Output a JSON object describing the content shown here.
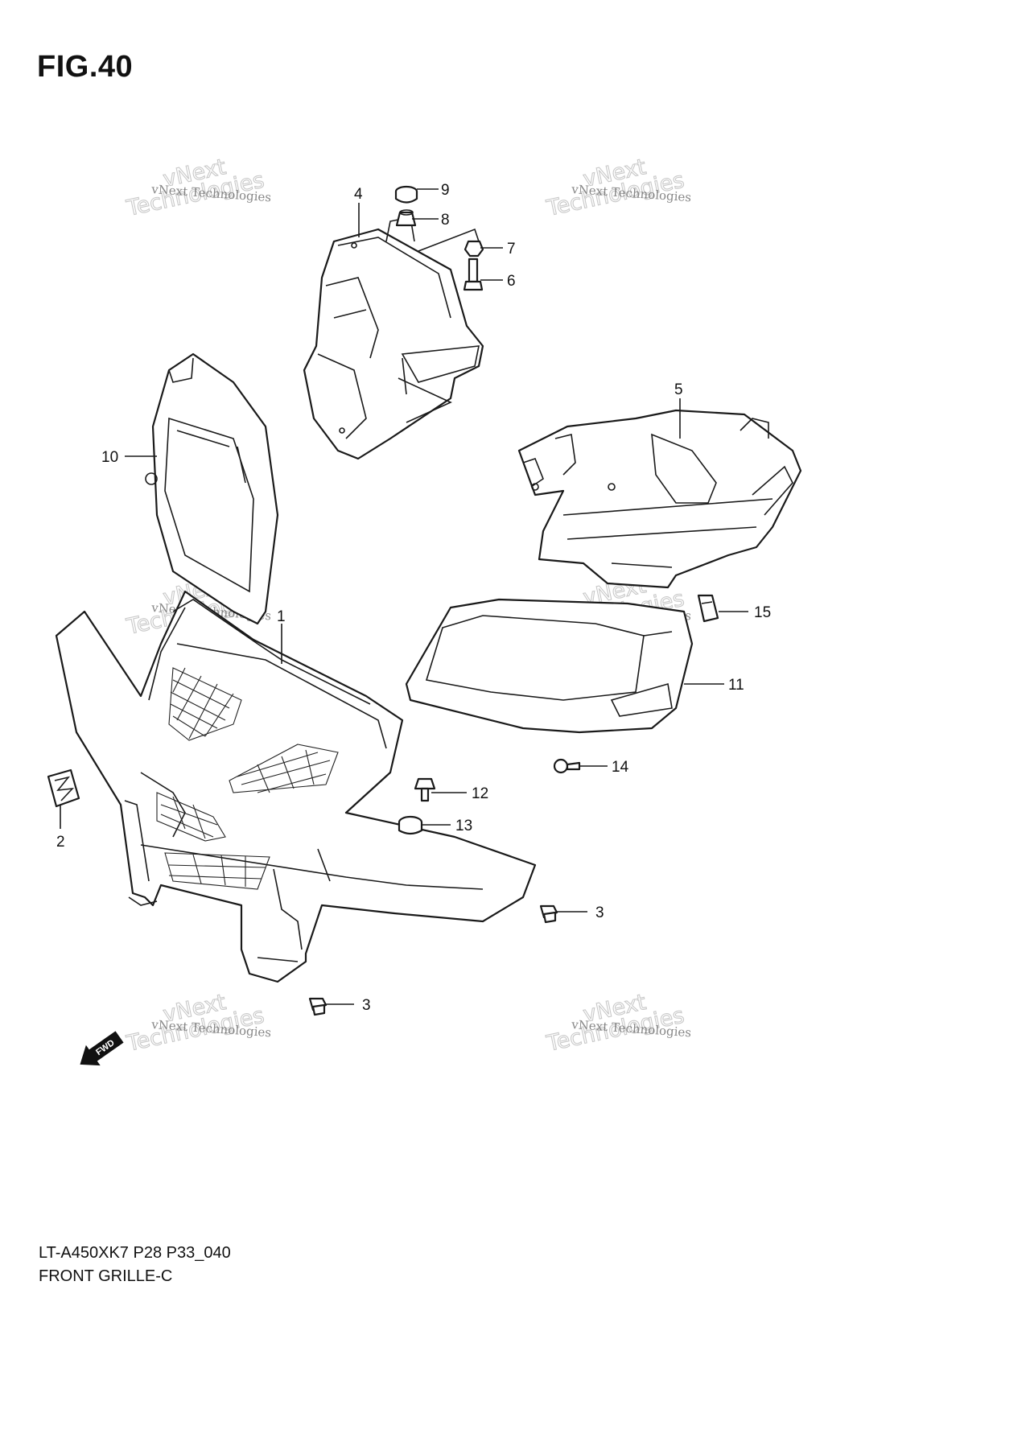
{
  "figure": {
    "title": "FIG.40",
    "model_code": "LT-A450XK7 P28 P33_040",
    "section_name": "FRONT GRILLE-C",
    "fwd_label": "FWD"
  },
  "watermark": {
    "line1": "vNext Technologies",
    "line2a": "vNext",
    "line2b": "Technologies"
  },
  "callouts": [
    {
      "id": "1",
      "label": "1"
    },
    {
      "id": "2",
      "label": "2"
    },
    {
      "id": "3a",
      "label": "3"
    },
    {
      "id": "3b",
      "label": "3"
    },
    {
      "id": "4",
      "label": "4"
    },
    {
      "id": "5",
      "label": "5"
    },
    {
      "id": "6",
      "label": "6"
    },
    {
      "id": "7",
      "label": "7"
    },
    {
      "id": "8",
      "label": "8"
    },
    {
      "id": "9",
      "label": "9"
    },
    {
      "id": "10",
      "label": "10"
    },
    {
      "id": "11",
      "label": "11"
    },
    {
      "id": "12",
      "label": "12"
    },
    {
      "id": "13",
      "label": "13"
    },
    {
      "id": "14",
      "label": "14"
    },
    {
      "id": "15",
      "label": "15"
    }
  ]
}
